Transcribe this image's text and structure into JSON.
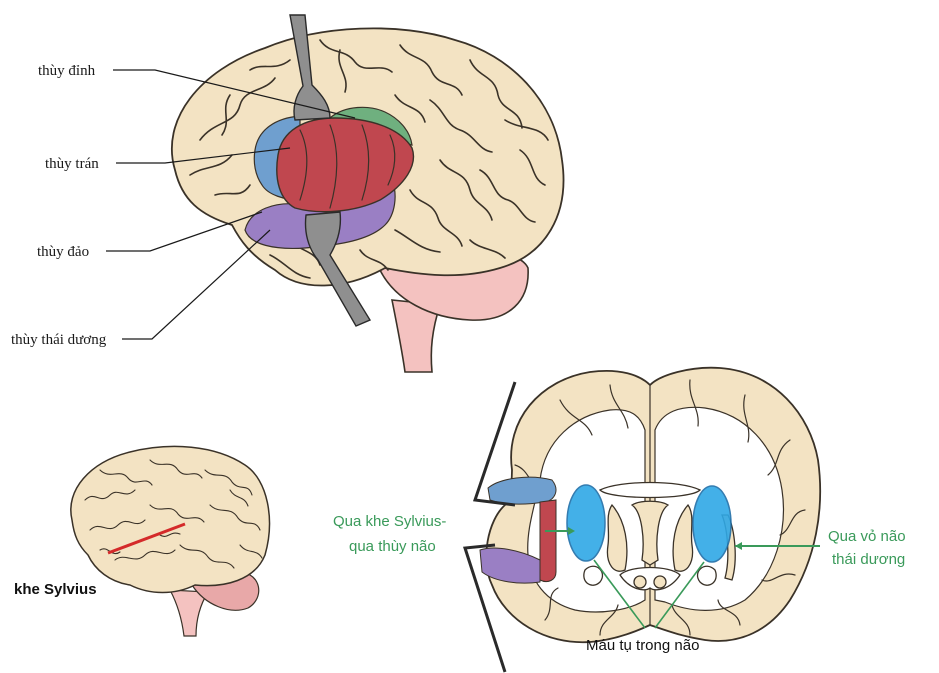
{
  "top_diagram": {
    "labels": {
      "parietal": "thùy đỉnh",
      "frontal": "thùy trán",
      "insula": "thùy đảo",
      "temporal": "thùy thái dương"
    }
  },
  "lateral_brain": {
    "label": "khe Sylvius"
  },
  "coronal_section": {
    "left_approach": "Qua khe Sylvius-\nqua thùy não",
    "left_approach_line1": "Qua khe Sylvius-",
    "left_approach_line2": "qua thùy não",
    "right_approach_line1": "Qua vỏ não",
    "right_approach_line2": "thái dương",
    "hematoma_label": "Máu tụ trong não"
  },
  "colors": {
    "brain_fill": "#f3e3c3",
    "outline": "#3a3228",
    "parietal_green": "#6fb07f",
    "frontal_blue": "#6f9fcf",
    "insula_red": "#c0474f",
    "temporal_purple": "#9a7fc4",
    "retractor_gray": "#8f8f8f",
    "cerebellum_pink": "#f4c2c0",
    "hematoma_blue": "#2fa8e6",
    "approach_green": "#3a9a5a",
    "sylvian_red": "#d42a2a"
  }
}
